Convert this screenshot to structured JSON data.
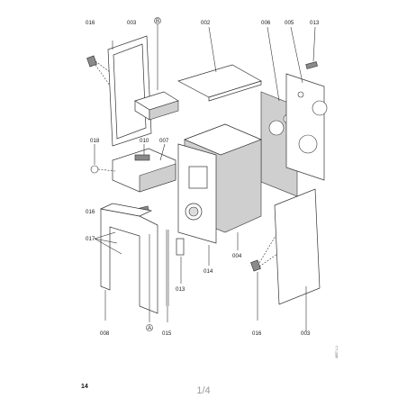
{
  "diagram": {
    "labels": {
      "p016a": "016",
      "p003a": "003",
      "pB": "B",
      "p002": "002",
      "p006": "006",
      "p005": "005",
      "p013a": "013",
      "p018": "018",
      "p010": "010",
      "p007": "007",
      "p016b": "016",
      "p017": "017",
      "p004": "004",
      "p014": "014",
      "p013b": "013",
      "p008": "008",
      "pA": "A",
      "p015": "015",
      "p016c": "016",
      "p003b": "003"
    }
  },
  "footer": {
    "page_number": "14",
    "page_indicator": "1/4",
    "ref_code": "4837-1-1"
  }
}
